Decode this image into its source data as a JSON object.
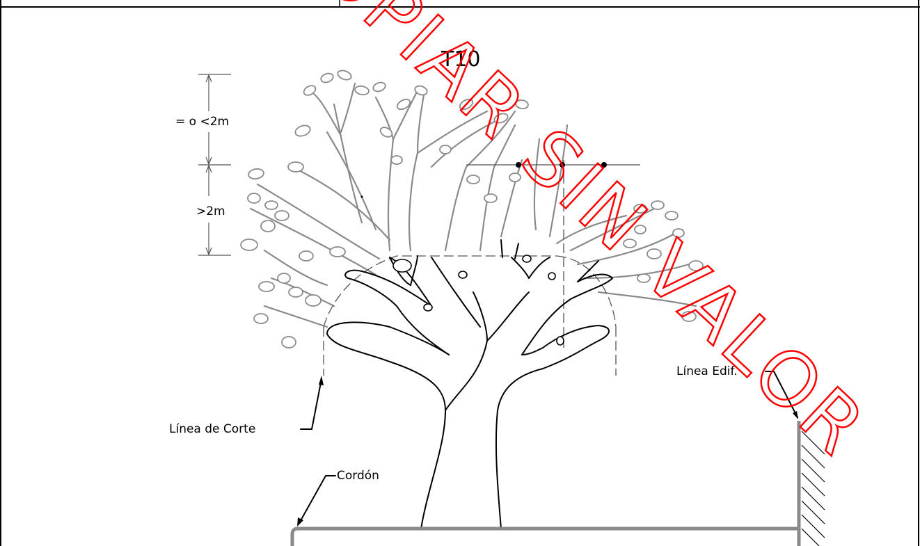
{
  "diagram": {
    "title": "T10",
    "labels": {
      "upper_dimension": "= o <2m",
      "lower_dimension": ">2m",
      "cut_line": "Línea de Corte",
      "building_line": "Línea Edif.",
      "curb": "Cordón"
    },
    "watermark": "COPIAR SIN VALOR",
    "colors": {
      "branch_grey": "#8a8a8a",
      "trunk_black": "#000000",
      "watermark_red": "#ff0000",
      "dimension_line": "#555555"
    }
  }
}
